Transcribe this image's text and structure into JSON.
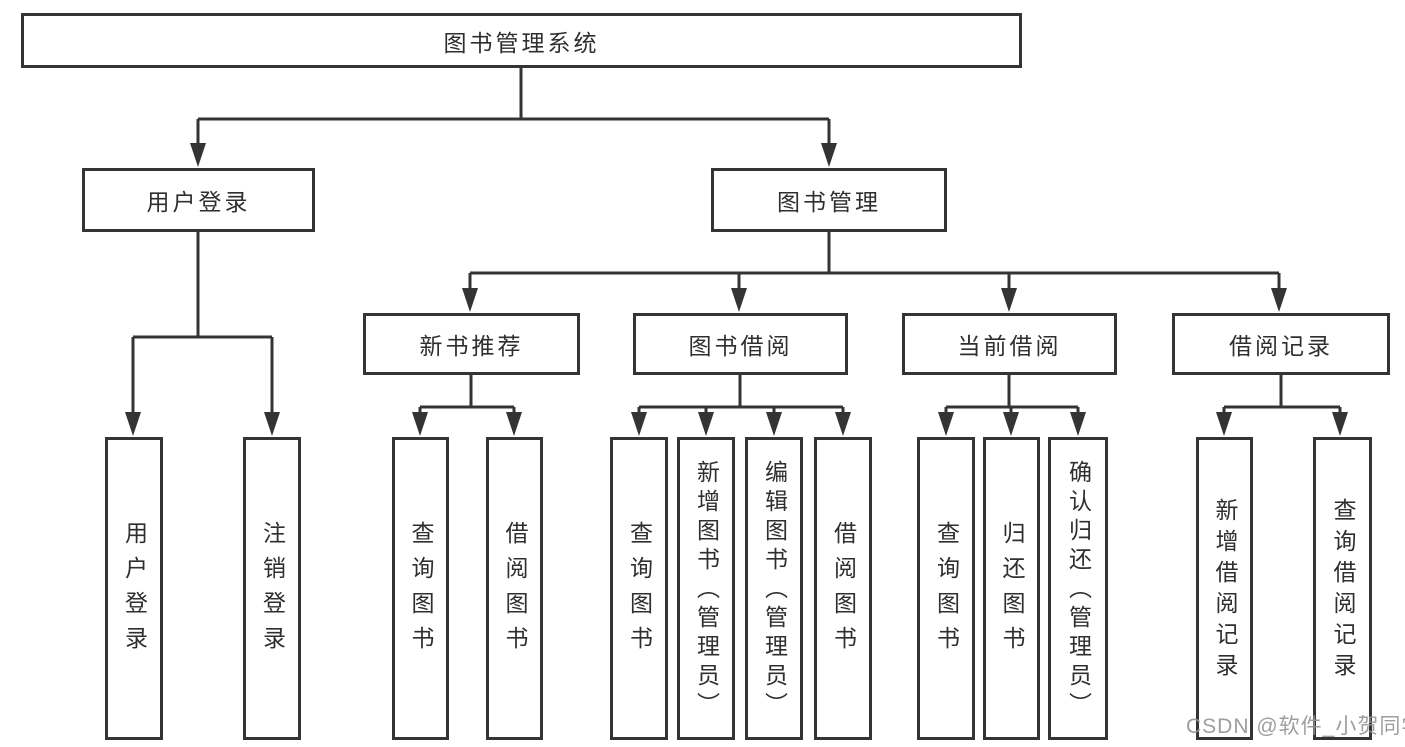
{
  "title": "图书管理系统",
  "colors": {
    "line": "#343434",
    "box_border": "#343434",
    "box_fill": "#ffffff",
    "text": "#2f2f2f",
    "background": "#ffffff",
    "watermark": "#949494"
  },
  "tree": {
    "label": "图书管理系统",
    "children": [
      {
        "label": "用户登录",
        "children": [
          {
            "label": "用户登录"
          },
          {
            "label": "注销登录"
          }
        ]
      },
      {
        "label": "图书管理",
        "children": [
          {
            "label": "新书推荐",
            "children": [
              {
                "label": "查询图书"
              },
              {
                "label": "借阅图书"
              }
            ]
          },
          {
            "label": "图书借阅",
            "children": [
              {
                "label": "查询图书"
              },
              {
                "label": "新增图书（管理员）"
              },
              {
                "label": "编辑图书（管理员）"
              },
              {
                "label": "借阅图书"
              }
            ]
          },
          {
            "label": "当前借阅",
            "children": [
              {
                "label": "查询图书"
              },
              {
                "label": "归还图书"
              },
              {
                "label": "确认归还（管理员）"
              }
            ]
          },
          {
            "label": "借阅记录",
            "children": [
              {
                "label": "新增借阅记录"
              },
              {
                "label": "查询借阅记录"
              }
            ]
          }
        ]
      }
    ]
  },
  "watermark": {
    "text": "CSDN @软件_小贺同学"
  }
}
